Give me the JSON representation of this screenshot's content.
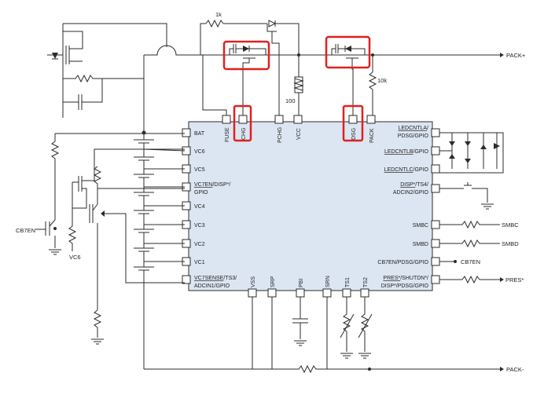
{
  "chip": {
    "left_pins": [
      {
        "id": "bat",
        "label": "BAT"
      },
      {
        "id": "vc6",
        "label": "VC6"
      },
      {
        "id": "vc5",
        "label": "VC5"
      },
      {
        "id": "vc7en",
        "label_u": "VC7EN",
        "label_rest": "/DISP*/",
        "label2": "GPIO"
      },
      {
        "id": "vc4",
        "label": "VC4"
      },
      {
        "id": "vc3",
        "label": "VC3"
      },
      {
        "id": "vc2",
        "label": "VC2"
      },
      {
        "id": "vc1",
        "label": "VC1"
      },
      {
        "id": "vc7sense",
        "label_u": "VC7SENSE",
        "label_rest": "/TS3/",
        "label2": "ADCIN1/GPIO"
      }
    ],
    "top_pins": [
      {
        "id": "fuse",
        "label": "FUSE"
      },
      {
        "id": "chg",
        "label": "CHG"
      },
      {
        "id": "pchg",
        "label": "PCHG"
      },
      {
        "id": "vcc",
        "label": "VCC"
      },
      {
        "id": "dsg",
        "label": "DSG"
      },
      {
        "id": "pack",
        "label": "PACK"
      }
    ],
    "right_pins": [
      {
        "id": "ledcntla",
        "label_u": "LEDCNTLA",
        "label_rest": "/",
        "label2": "PDSG/GPIO"
      },
      {
        "id": "ledcntlb",
        "label_u": "LEDCNTLB",
        "label_rest": "/GPIO"
      },
      {
        "id": "ledcntlc",
        "label_u": "LEDCNTLC",
        "label_rest": "/GPIO"
      },
      {
        "id": "disp",
        "label_u": "DISP*",
        "label_rest": "/TS4/",
        "label2": "ADCIN2/GPIO"
      },
      {
        "id": "smbc",
        "label": "SMBC"
      },
      {
        "id": "smbd",
        "label": "SMBD"
      },
      {
        "id": "cb7en",
        "label": "CB7EN/PDSG/GPIO"
      },
      {
        "id": "pres",
        "label_u": "PRES*",
        "label_rest": "/SHUTDN*/",
        "label2": "DISP*/PDSG/GPIO"
      }
    ],
    "bottom_pins": [
      {
        "id": "vss",
        "label": "VSS"
      },
      {
        "id": "srp",
        "label": "SRP"
      },
      {
        "id": "pbi",
        "label": "PBI"
      },
      {
        "id": "srn",
        "label": "SRN"
      },
      {
        "id": "ts1",
        "label": "TS1"
      },
      {
        "id": "ts2",
        "label": "TS2"
      }
    ]
  },
  "external_labels": {
    "pack_plus": "PACK+",
    "pack_minus": "PACK-",
    "smbc": "SMBC",
    "smbd": "SMBD",
    "cb7en_out": "CB7EN",
    "pres_out": "PRES*",
    "cb7en_in": "CB7EN",
    "vc6": "VC6",
    "r_1k": "1k",
    "r_10k": "10k",
    "r_100": "100"
  },
  "colors": {
    "chip_fill": "#dce6f2",
    "highlight": "#e02020",
    "wire": "#2b2b2b"
  }
}
